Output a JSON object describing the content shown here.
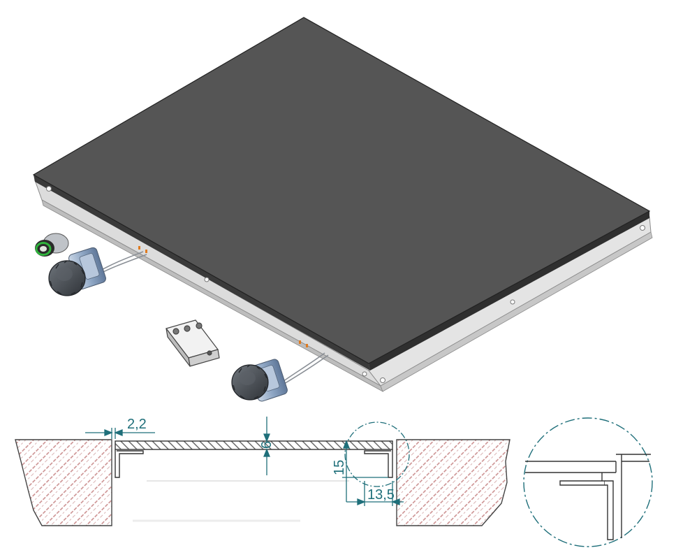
{
  "diagram": {
    "colors": {
      "panel_top": "#555555",
      "panel_edge": "#3a3a3a",
      "frame": "#d8d8d8",
      "frame_dark": "#a9a9a9",
      "knob": "#4a4f55",
      "knob_body": "#8fa6bf",
      "dimension": "#1f6f7a",
      "hatch": "#c98a8a",
      "led_ring": "#2fb33c"
    },
    "dimensions": {
      "gap_width": "2,2",
      "glass_thickness": "6",
      "frame_height": "15",
      "frame_offset": "13,5"
    }
  }
}
